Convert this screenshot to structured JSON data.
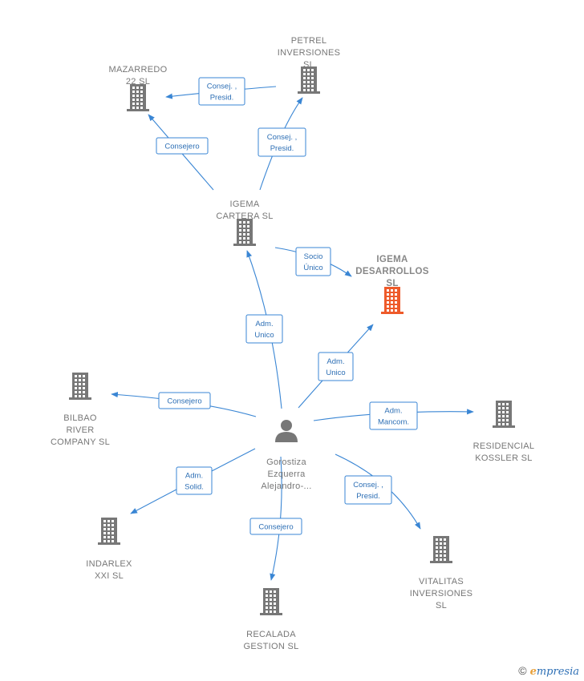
{
  "nodes": [
    {
      "id": "person",
      "type": "person",
      "lines": [
        "Gorostiza",
        "Ezquerra",
        "Alejandro-..."
      ]
    },
    {
      "id": "igema_desarrollos",
      "type": "company",
      "main": true,
      "lines": [
        "IGEMA",
        "DESARROLLOS",
        "SL"
      ]
    },
    {
      "id": "igema_cartera",
      "type": "company",
      "lines": [
        "IGEMA",
        "CARTERA  SL"
      ]
    },
    {
      "id": "petrel",
      "type": "company",
      "lines": [
        "PETREL",
        "INVERSIONES",
        "SL"
      ]
    },
    {
      "id": "mazarredo",
      "type": "company",
      "lines": [
        "MAZARREDO",
        "22  SL"
      ]
    },
    {
      "id": "bilbao",
      "type": "company",
      "lines": [
        "BILBAO",
        "RIVER",
        "COMPANY  SL"
      ]
    },
    {
      "id": "residencial",
      "type": "company",
      "lines": [
        "RESIDENCIAL",
        "KOSSLER  SL"
      ]
    },
    {
      "id": "indarlex",
      "type": "company",
      "lines": [
        "INDARLEX",
        "XXI SL"
      ]
    },
    {
      "id": "recalada",
      "type": "company",
      "lines": [
        "RECALADA",
        "GESTION  SL"
      ]
    },
    {
      "id": "vitalitas",
      "type": "company",
      "lines": [
        "VITALITAS",
        "INVERSIONES",
        "SL"
      ]
    }
  ],
  "edges": [
    {
      "id": "e1",
      "from": "petrel",
      "to": "mazarredo",
      "lines": [
        "Consej. ,",
        "Presid."
      ]
    },
    {
      "id": "e2",
      "from": "igema_cartera",
      "to": "petrel",
      "lines": [
        "Consej. ,",
        "Presid."
      ]
    },
    {
      "id": "e3",
      "from": "igema_cartera",
      "to": "mazarredo",
      "lines": [
        "Consejero"
      ]
    },
    {
      "id": "e4",
      "from": "igema_cartera",
      "to": "igema_desarrollos",
      "lines": [
        "Socio",
        "Único"
      ]
    },
    {
      "id": "e5",
      "from": "person",
      "to": "igema_cartera",
      "lines": [
        "Adm.",
        "Unico"
      ]
    },
    {
      "id": "e6",
      "from": "person",
      "to": "igema_desarrollos",
      "lines": [
        "Adm.",
        "Unico"
      ]
    },
    {
      "id": "e7",
      "from": "person",
      "to": "bilbao",
      "lines": [
        "Consejero"
      ]
    },
    {
      "id": "e8",
      "from": "person",
      "to": "residencial",
      "lines": [
        "Adm.",
        "Mancom."
      ]
    },
    {
      "id": "e9",
      "from": "person",
      "to": "indarlex",
      "lines": [
        "Adm.",
        "Solid."
      ]
    },
    {
      "id": "e10",
      "from": "person",
      "to": "recalada",
      "lines": [
        "Consejero"
      ]
    },
    {
      "id": "e11",
      "from": "person",
      "to": "vitalitas",
      "lines": [
        "Consej. ,",
        "Presid."
      ]
    }
  ],
  "colors": {
    "edge": "#3a86d4",
    "company": "#777777",
    "main_company": "#ee5a2a",
    "person": "#777777"
  },
  "footer": {
    "copyright": "©",
    "brand_initial": "e",
    "brand_rest": "mpresia"
  }
}
